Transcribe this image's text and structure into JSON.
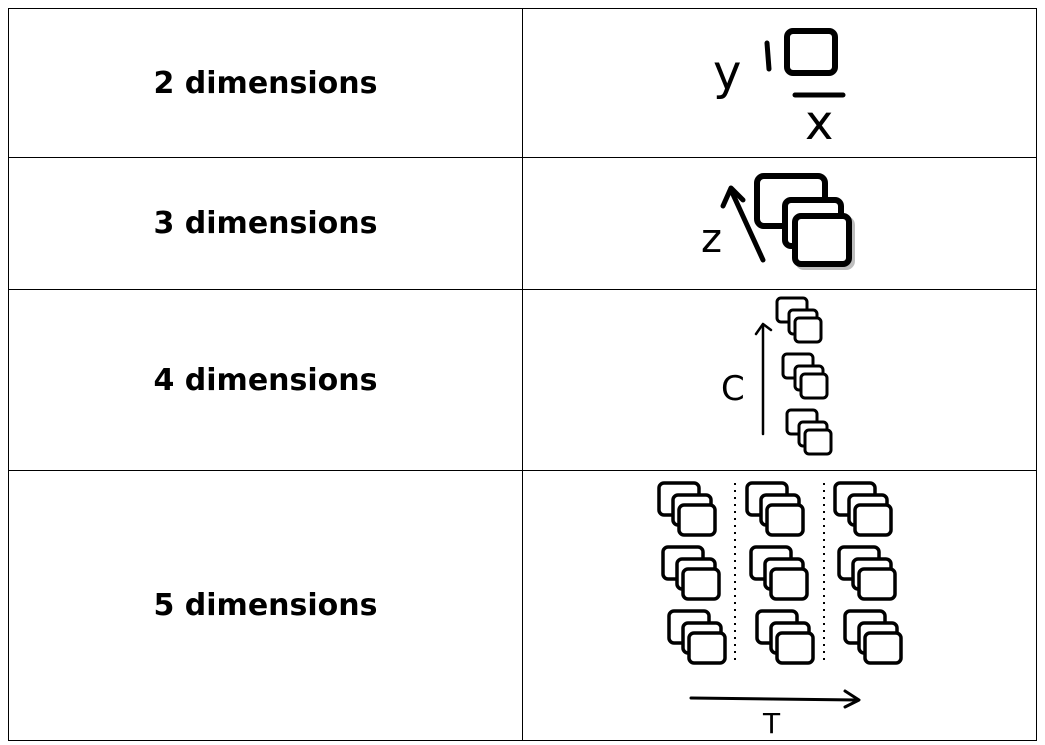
{
  "rows": [
    {
      "label": "2 dimensions",
      "axes": [
        "y",
        "x"
      ]
    },
    {
      "label": "3 dimensions",
      "axes": [
        "z"
      ]
    },
    {
      "label": "4 dimensions",
      "axes": [
        "C"
      ]
    },
    {
      "label": "5 dimensions",
      "axes": [
        "T"
      ]
    }
  ]
}
